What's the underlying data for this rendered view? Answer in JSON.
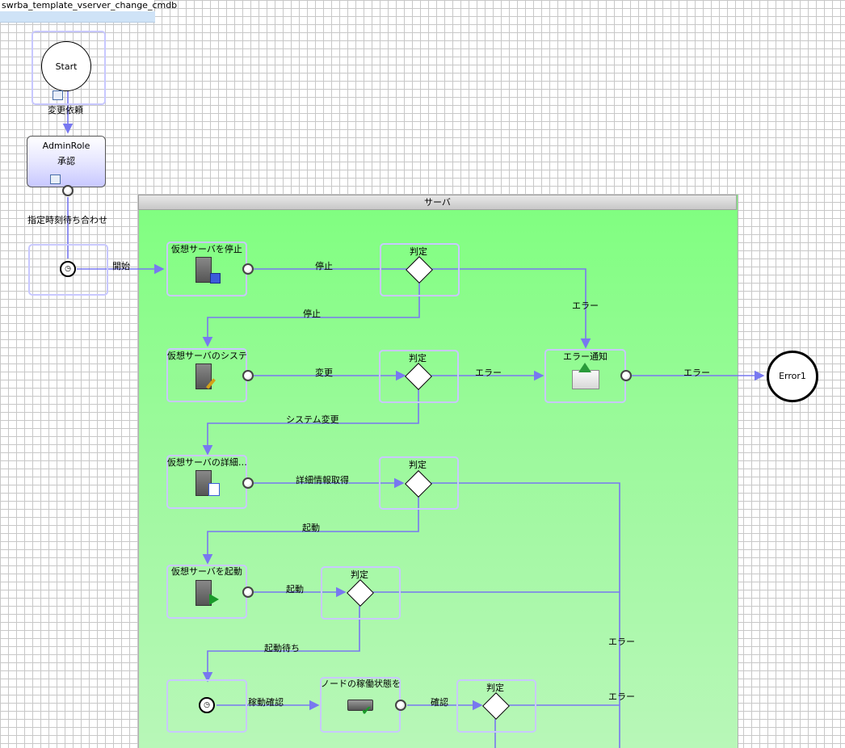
{
  "document_tab": "swrba_template_vserver_change_cmdb",
  "lane": {
    "title": "サーバ"
  },
  "start": {
    "label": "Start"
  },
  "end": {
    "label": "Error1"
  },
  "role": {
    "name": "AdminRole",
    "task": "承認"
  },
  "nodes": {
    "stop_vserver": "仮想サーバを停止",
    "system_change": "仮想サーバのシステ…",
    "detail_info": "仮想サーバの詳細…",
    "start_vserver": "仮想サーバを起動",
    "node_status": "ノードの稼働状態を…",
    "error_notify": "エラー通知",
    "judge": "判定"
  },
  "flows": {
    "change_request": "変更依頼",
    "wait_time": "指定時刻待ち合わせ",
    "begin": "開始",
    "stop": "停止",
    "error": "エラー",
    "change": "変更",
    "system_change": "システム変更",
    "get_detail": "詳細情報取得",
    "boot": "起動",
    "wait_boot": "起動待ち",
    "check_status": "稼動確認",
    "confirm": "確認"
  },
  "colors": {
    "lane_fill": "#7fff7f",
    "arrow": "#7878f0",
    "selection": "#c8c8ff"
  }
}
